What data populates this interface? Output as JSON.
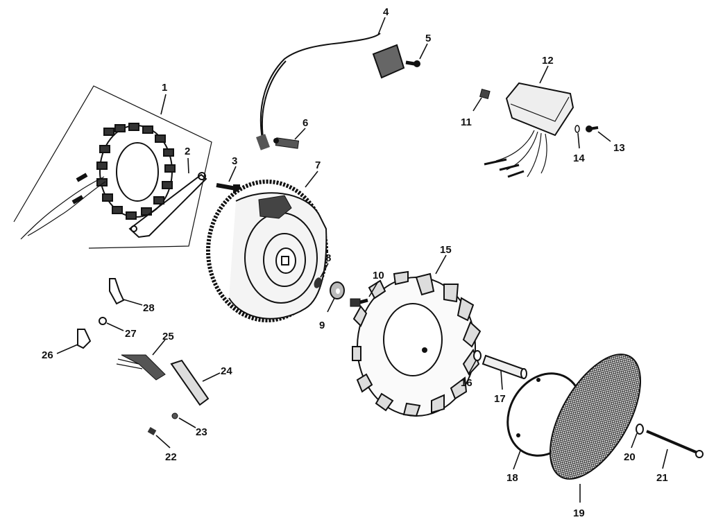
{
  "diagram": {
    "callouts": [
      {
        "id": "p1",
        "label": "1"
      },
      {
        "id": "p2",
        "label": "2"
      },
      {
        "id": "p3",
        "label": "3"
      },
      {
        "id": "p4",
        "label": "4"
      },
      {
        "id": "p5",
        "label": "5"
      },
      {
        "id": "p6",
        "label": "6"
      },
      {
        "id": "p7",
        "label": "7"
      },
      {
        "id": "p8",
        "label": "8"
      },
      {
        "id": "p9",
        "label": "9"
      },
      {
        "id": "p10",
        "label": "10"
      },
      {
        "id": "p11",
        "label": "11"
      },
      {
        "id": "p12",
        "label": "12"
      },
      {
        "id": "p13",
        "label": "13"
      },
      {
        "id": "p14",
        "label": "14"
      },
      {
        "id": "p15",
        "label": "15"
      },
      {
        "id": "p16",
        "label": "16"
      },
      {
        "id": "p17",
        "label": "17"
      },
      {
        "id": "p18",
        "label": "18"
      },
      {
        "id": "p19",
        "label": "19"
      },
      {
        "id": "p20",
        "label": "20"
      },
      {
        "id": "p21",
        "label": "21"
      },
      {
        "id": "p22",
        "label": "22"
      },
      {
        "id": "p23",
        "label": "23"
      },
      {
        "id": "p24",
        "label": "24"
      },
      {
        "id": "p25",
        "label": "25"
      },
      {
        "id": "p26",
        "label": "26"
      },
      {
        "id": "p27",
        "label": "27"
      },
      {
        "id": "p28",
        "label": "28"
      }
    ]
  }
}
